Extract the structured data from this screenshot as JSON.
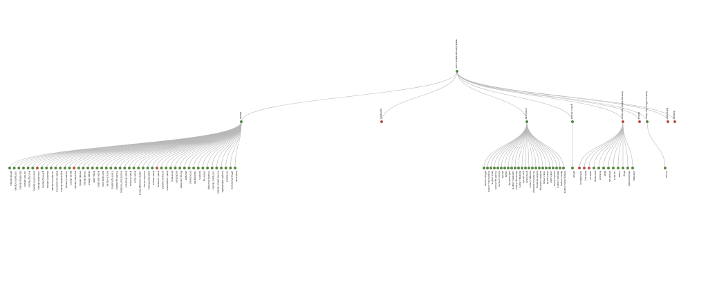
{
  "colors": {
    "ok": "#4a8f2a",
    "error": "#d93b3b",
    "edge": "#b8b8b8",
    "label": "#222222"
  },
  "tree": {
    "root": "www.libreparadise.com",
    "branches": [
      {
        "label": "desks",
        "children": [
          {
            "label": "office-desks",
            "s": "ok"
          },
          {
            "label": "computer-desks",
            "s": "ok"
          },
          {
            "label": "standing-desks",
            "s": "ok"
          },
          {
            "label": "corner-desks",
            "s": "ok"
          },
          {
            "label": "writing-desks",
            "s": "ok"
          },
          {
            "label": "executive-desks",
            "s": "ok"
          },
          {
            "label": "l-shaped-desks",
            "s": "error"
          },
          {
            "label": "gaming-desks",
            "s": "ok"
          },
          {
            "label": "student-desks",
            "s": "ok"
          },
          {
            "label": "reception-desks",
            "s": "ok"
          },
          {
            "label": "desk-accessories",
            "s": "ok"
          },
          {
            "label": "adjustable-desks",
            "s": "ok"
          },
          {
            "label": "modern-desks",
            "s": "ok"
          },
          {
            "label": "glass-desks",
            "s": "ok"
          },
          {
            "label": "wooden-desks",
            "s": "error"
          },
          {
            "label": "metal-desks",
            "s": "ok"
          },
          {
            "label": "small-desks",
            "s": "ok"
          },
          {
            "label": "large-desks",
            "s": "ok"
          },
          {
            "label": "desk-sale",
            "s": "ok"
          },
          {
            "label": "desk-bundles",
            "s": "ok"
          },
          {
            "label": "workstations",
            "s": "ok"
          },
          {
            "label": "bench-desks",
            "s": "ok"
          },
          {
            "label": "training-tables",
            "s": "ok"
          },
          {
            "label": "meeting-tables",
            "s": "ok"
          },
          {
            "label": "boardroom-tables",
            "s": "ok"
          },
          {
            "label": "desk-drawers",
            "s": "ok"
          },
          {
            "label": "desk-frames",
            "s": "ok"
          },
          {
            "label": "desk-tops",
            "s": "ok"
          },
          {
            "label": "cable-management",
            "s": "ok"
          },
          {
            "label": "monitor-arms",
            "s": "ok"
          },
          {
            "label": "keyboard-trays",
            "s": "ok"
          },
          {
            "label": "desk-lamps",
            "s": "ok"
          },
          {
            "label": "desk-screens",
            "s": "error"
          },
          {
            "label": "privacy-panels",
            "s": "ok"
          },
          {
            "label": "desk-organisers",
            "s": "ok"
          },
          {
            "label": "footrests",
            "s": "ok"
          },
          {
            "label": "pedestals",
            "s": "ok"
          },
          {
            "label": "filing-cabinets",
            "s": "ok"
          },
          {
            "label": "storage",
            "s": "ok"
          },
          {
            "label": "bookcases",
            "s": "ok"
          },
          {
            "label": "cupboards",
            "s": "ok"
          },
          {
            "label": "lockers",
            "s": "ok"
          },
          {
            "label": "shelving",
            "s": "ok"
          },
          {
            "label": "mobile-storage",
            "s": "ok"
          },
          {
            "label": "compact-desks",
            "s": "ok"
          },
          {
            "label": "home-office-desks",
            "s": "ok"
          },
          {
            "label": "height-adjustable",
            "s": "ok"
          },
          {
            "label": "sit-stand",
            "s": "ok"
          },
          {
            "label": "office-furniture",
            "s": "ok"
          },
          {
            "label": "desks-uk",
            "s": "ok"
          }
        ]
      },
      {
        "label": "samples",
        "children": [],
        "s": "error"
      },
      {
        "label": "products",
        "children": [
          {
            "label": "office-chairs",
            "s": "ok"
          },
          {
            "label": "ergonomic-chairs",
            "s": "ok"
          },
          {
            "label": "task-chairs",
            "s": "ok"
          },
          {
            "label": "meeting-chairs",
            "s": "ok"
          },
          {
            "label": "visitor-chairs",
            "s": "ok"
          },
          {
            "label": "stools",
            "s": "ok"
          },
          {
            "label": "sofas",
            "s": "ok"
          },
          {
            "label": "soft-seating",
            "s": "ok"
          },
          {
            "label": "canteen-chairs",
            "s": "ok"
          },
          {
            "label": "stacking-chairs",
            "s": "ok"
          },
          {
            "label": "folding-chairs",
            "s": "ok"
          },
          {
            "label": "bar-stools",
            "s": "ok"
          },
          {
            "label": "armchairs",
            "s": "ok"
          },
          {
            "label": "lounge-chairs",
            "s": "ok"
          },
          {
            "label": "reception-seating",
            "s": "ok"
          },
          {
            "label": "beam-seating",
            "s": "ok"
          },
          {
            "label": "outdoor-seating",
            "s": "ok"
          },
          {
            "label": "chair-mats",
            "s": "ok"
          },
          {
            "label": "chair-parts",
            "s": "ok"
          },
          {
            "label": "chair-sale",
            "s": "ok"
          },
          {
            "label": "mesh-chairs",
            "s": "ok"
          },
          {
            "label": "leather-chairs",
            "s": "ok"
          },
          {
            "label": "fabric-chairs",
            "s": "ok"
          },
          {
            "label": "heavy-duty-chairs",
            "s": "ok"
          }
        ]
      },
      {
        "label": "get-in-touch",
        "children": [
          {
            "label": "office",
            "s": "ok"
          }
        ],
        "s": "ok"
      },
      {
        "label": "libreparadise-furniture",
        "children": [
          {
            "label": "installation",
            "s": "error"
          },
          {
            "label": "delivery",
            "s": "error"
          },
          {
            "label": "returns",
            "s": "error"
          },
          {
            "label": "warranty",
            "s": "ok"
          },
          {
            "label": "finance",
            "s": "ok"
          },
          {
            "label": "faqs",
            "s": "ok"
          },
          {
            "label": "about-us",
            "s": "ok"
          },
          {
            "label": "careers",
            "s": "ok"
          },
          {
            "label": "news",
            "s": "ok"
          },
          {
            "label": "blog",
            "s": "ok"
          },
          {
            "label": "testimonials",
            "s": "ok"
          },
          {
            "label": "sitemap",
            "s": "ok"
          }
        ],
        "s": "error"
      },
      {
        "label": "about",
        "children": [],
        "s": "error"
      },
      {
        "label": "london-office-furniture",
        "children": [
          {
            "label": "home",
            "s": "ok"
          }
        ],
        "s": "ok"
      },
      {
        "label": "fullsingle",
        "children": [],
        "s": "error"
      },
      {
        "label": "design",
        "children": [],
        "s": "error"
      }
    ]
  }
}
